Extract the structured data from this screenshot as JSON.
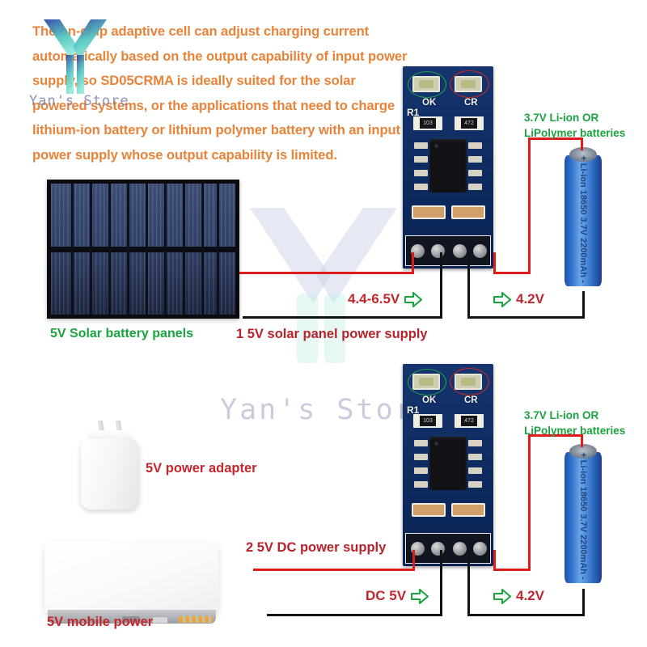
{
  "description": {
    "text": "The on-chip adaptive cell can adjust charging current automatically based on the output capability of input power supply, so SD05CRMA is ideally suited for the solar powered systems, or the applications that need to charge lithium-ion battery or lithium polymer battery with an input power supply whose output capability is limited.",
    "color": "#e8833a"
  },
  "watermark": {
    "text_small": "Yan's Store",
    "text_big": "Yan's Store",
    "logo_name": "y-shaped-brand-logo",
    "color": "#b9bad2",
    "gradient_from": "#2b3f9e",
    "gradient_to": "#7fe3d4"
  },
  "diagram_1": {
    "index_label": "1 5V solar panel power supply",
    "source_label": "5V Solar battery panels",
    "input_voltage": "4.4-6.5V",
    "output_voltage": "4.2V",
    "battery_label": "3.7V Li-ion OR\nLiPolymer batteries",
    "battery_label_line1": "3.7V Li-ion OR",
    "battery_label_line2": "LiPolymer batteries",
    "battery_text": "+ Li-ion 18650 3.7V 2200mAh -",
    "board": {
      "led_ok_label": "OK",
      "led_cr_label": "CR",
      "ref_designator": "R1",
      "resistor_1_code": "103",
      "resistor_2_code": "472",
      "led_ok_ring_color": "#23a34a",
      "led_cr_ring_color": "#d22626",
      "pcb_color": "#0f2f68"
    }
  },
  "diagram_2": {
    "index_label": "2 5V DC power supply",
    "source_label_adapter": "5V power adapter",
    "source_label_bank": "5V mobile power",
    "input_voltage": "DC 5V",
    "output_voltage": "4.2V",
    "battery_label_line1": "3.7V Li-ion OR",
    "battery_label_line2": "LiPolymer batteries",
    "battery_text": "+ Li-ion 18650 3.7V 2200mAh -",
    "board": {
      "led_ok_label": "OK",
      "led_cr_label": "CR",
      "ref_designator": "R1",
      "resistor_1_code": "103",
      "resistor_2_code": "472",
      "led_ok_ring_color": "#23a34a",
      "led_cr_ring_color": "#d22626",
      "pcb_color": "#0f2f68"
    }
  },
  "colors": {
    "wire_positive": "#dd1c1c",
    "wire_negative": "#121212",
    "label_green": "#1aa33f",
    "label_red": "#c1272d",
    "arrow_green": "#1aa33f"
  }
}
